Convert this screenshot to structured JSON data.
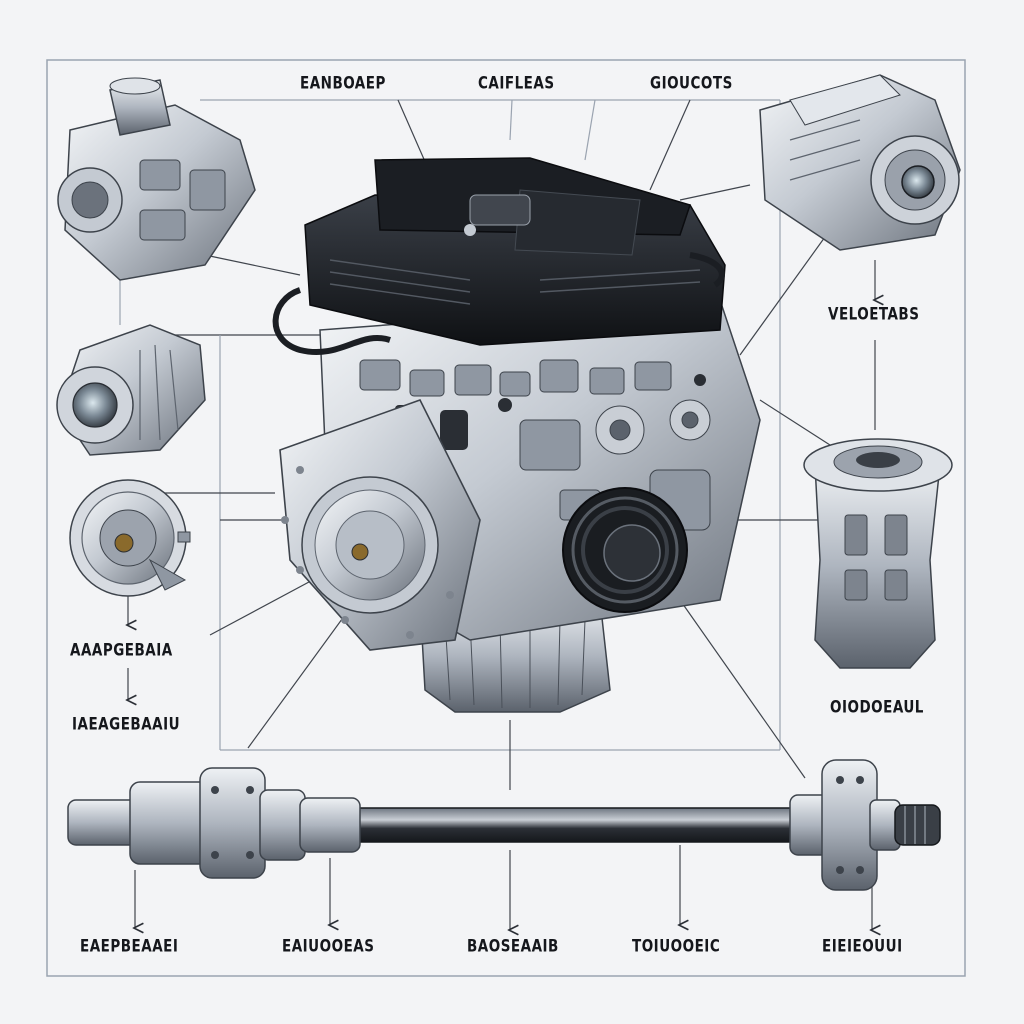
{
  "labels": {
    "top_left": "EANBOAEP",
    "top_center": "CAIFLEAS",
    "top_right": "GIOUCOTS",
    "right_upper": "VELOETABS",
    "right_lower": "OIODOEAUL",
    "left_upper": "AAAPGEBAIA",
    "left_lower": "IAEAGEBAAIU",
    "bottom_1": "EAEPBEAAEI",
    "bottom_2": "EAIUOOEAS",
    "bottom_3": "BAOSEAAIB",
    "bottom_4": "TOIUOOEIC",
    "bottom_5": "EIEIEOUUI"
  },
  "colors": {
    "background": "#f3f4f6",
    "frame": "#9aa3b0",
    "engine_dark": "#1e2126",
    "metal_light": "#d9dde3",
    "metal_mid": "#aab1bb",
    "metal_dark": "#5d646e",
    "shaft": "#2b2f36"
  },
  "icons": [
    "engine-block",
    "transmission-housing",
    "alternator",
    "pulley",
    "compressor",
    "differential",
    "drive-shaft"
  ]
}
